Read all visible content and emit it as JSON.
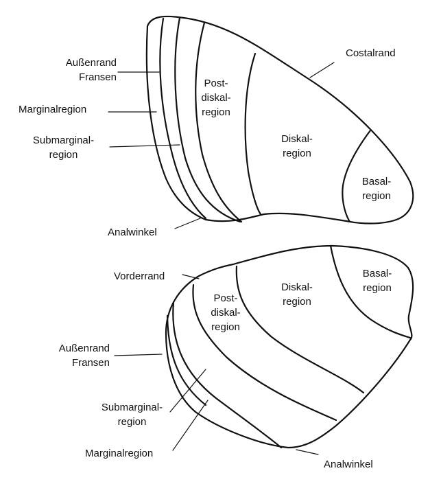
{
  "forewing": {
    "outer_edge_label": "Außenrand",
    "fringe_label": "Fransen",
    "marginal_label": "Marginalregion",
    "submarginal_label_1": "Submarginal-",
    "submarginal_label_2": "region",
    "anal_angle_label": "Analwinkel",
    "postdiscal_1": "Post-",
    "postdiscal_2": "diskal-",
    "postdiscal_3": "region",
    "discal_1": "Diskal-",
    "discal_2": "region",
    "basal_1": "Basal-",
    "basal_2": "region",
    "costal_label": "Costalrand"
  },
  "hindwing": {
    "front_edge_label": "Vorderrand",
    "postdiscal_1": "Post-",
    "postdiscal_2": "diskal-",
    "postdiscal_3": "region",
    "discal_1": "Diskal-",
    "discal_2": "region",
    "basal_1": "Basal-",
    "basal_2": "region",
    "outer_edge_label": "Außenrand",
    "fringe_label": "Fransen",
    "submarginal_label_1": "Submarginal-",
    "submarginal_label_2": "region",
    "marginal_label": "Marginalregion",
    "anal_angle_label": "Analwinkel"
  }
}
